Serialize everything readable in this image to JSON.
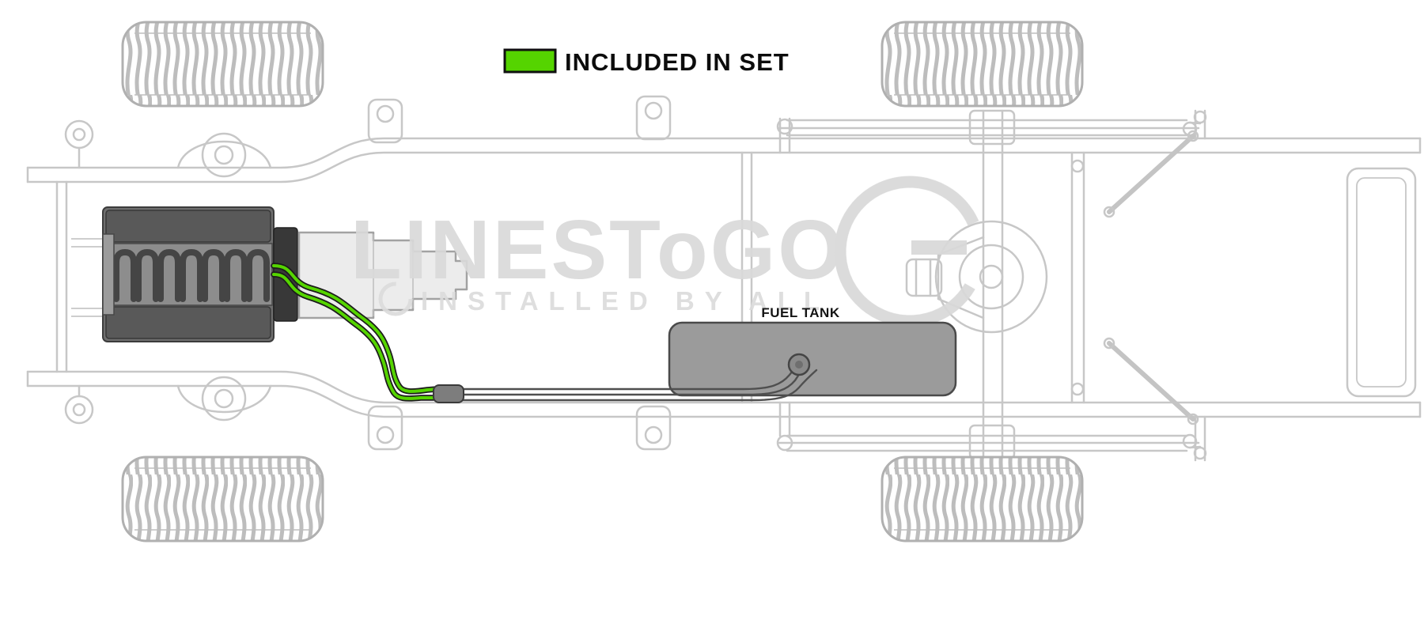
{
  "diagram": {
    "legend": {
      "label": "INCLUDED IN SET",
      "swatch_color": "#55d400"
    },
    "fuel_tank_label": "FUEL TANK",
    "watermark": {
      "brand": "LINESToGO",
      "tagline": "INSTALLED BY ALL"
    },
    "colors": {
      "included_line": "#55d400",
      "line_outline": "#1c1c1c",
      "gray_fuel_line": "#4f4f4f",
      "chassis_outline": "#c7c7c7",
      "engine_fill": "#6e6e6e",
      "tank_fill": "#9b9b9b",
      "watermark_gray": "#d9d9d9"
    }
  }
}
